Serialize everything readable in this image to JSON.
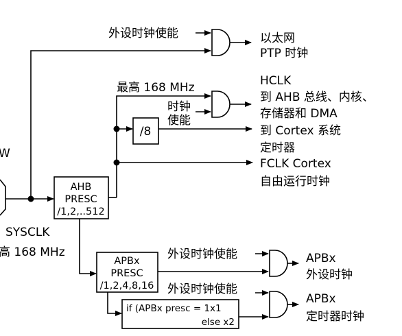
{
  "labels": {
    "partial_w": "W",
    "ptp_enable": "外设时钟使能",
    "ptp_out_line1": "以太网",
    "ptp_out_line2": "PTP 时钟",
    "max_168": "最高 168 MHz",
    "clk_enable_1": "时钟",
    "clk_enable_2": "使能",
    "hclk_title": "HCLK",
    "hclk_line1": "到 AHB 总线、内核、",
    "hclk_line2": "存储器和 DMA",
    "div8": "/8",
    "cortex_sys_line1": "到 Cortex 系统",
    "cortex_sys_line2": "定时器",
    "fclk_title": "FCLK Cortex",
    "fclk_line2": "自由运行时钟",
    "ahb_line1": "AHB",
    "ahb_line2": "PRESC",
    "ahb_line3": "/1,2,..512",
    "sysclk": "SYSCLK",
    "sysclk_max": "高 168 MHz",
    "apb_line1": "APBx",
    "apb_line2": "PRESC",
    "apb_line3": "/1,2,4,8,16",
    "apb_periph_enable": "外设时钟使能",
    "apb_periph_title": "APBx",
    "apb_periph_line2": "外设时钟",
    "apb_timer_enable": "外设时钟使能",
    "mult_line1": "if (APBx presc = 1x1",
    "mult_line2": "else x2",
    "apb_timer_title": "APBx",
    "apb_timer_line2": "定时器时钟"
  },
  "colors": {
    "line": "#000000",
    "background": "#ffffff"
  }
}
